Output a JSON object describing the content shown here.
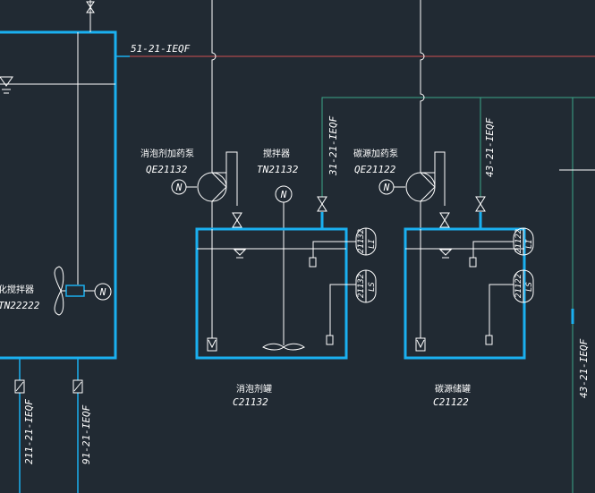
{
  "colors": {
    "background": "#212a33",
    "tank_outline": "#1ab0f0",
    "line": "#ffffff",
    "pipe_green": "#3aa68a",
    "pipe_red": "#d05050"
  },
  "pipes": {
    "top_line": "51-21-IEQF",
    "dosing_inlet_1": "31-21-IEQF",
    "dosing_inlet_2": "43-21-IEQF",
    "right_vertical": "43-21-IEQF",
    "bottom_left_1": "211-21-IEQF",
    "bottom_left_2": "91-21-IEQF"
  },
  "left_mixer": {
    "name": "化搅拌器",
    "tag": "TN22222"
  },
  "pump_1": {
    "name": "消泡剂加药泵",
    "tag": "QE21132"
  },
  "agitator": {
    "name": "搅拌器",
    "tag": "TN21132"
  },
  "pump_2": {
    "name": "碳源加药泵",
    "tag": "QE21122"
  },
  "tank_1": {
    "name": "消泡剂罐",
    "tag": "C21132"
  },
  "tank_2": {
    "name": "碳源储罐",
    "tag": "C21122"
  },
  "instruments": {
    "t1_top": {
      "line1": "21132",
      "line2": "LI"
    },
    "t1_bot": {
      "line1": "21132",
      "line2": "LS"
    },
    "t2_top": {
      "line1": "21122",
      "line2": "LI"
    },
    "t2_bot": {
      "line1": "21122",
      "line2": "LS"
    }
  },
  "motor_symbol": "N"
}
